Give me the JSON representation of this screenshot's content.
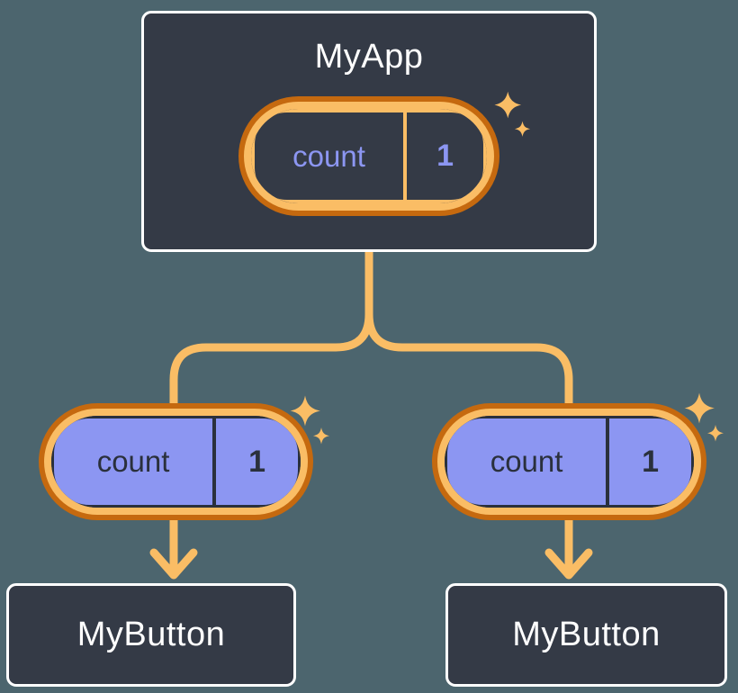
{
  "diagram": {
    "root": {
      "title": "MyApp",
      "state_name": "count",
      "state_value": "1"
    },
    "children": [
      {
        "title": "MyButton",
        "prop_name": "count",
        "prop_value": "1"
      },
      {
        "title": "MyButton",
        "prop_name": "count",
        "prop_value": "1"
      }
    ]
  },
  "colors": {
    "background": "#4C656E",
    "panel": "#343A46",
    "panel_border": "#FFFFFF",
    "orange_dark": "#C5690F",
    "orange_light": "#FABD65",
    "periwinkle": "#8C96F2",
    "ink_dark": "#2A303C",
    "text_light": "#FFFFFF"
  }
}
